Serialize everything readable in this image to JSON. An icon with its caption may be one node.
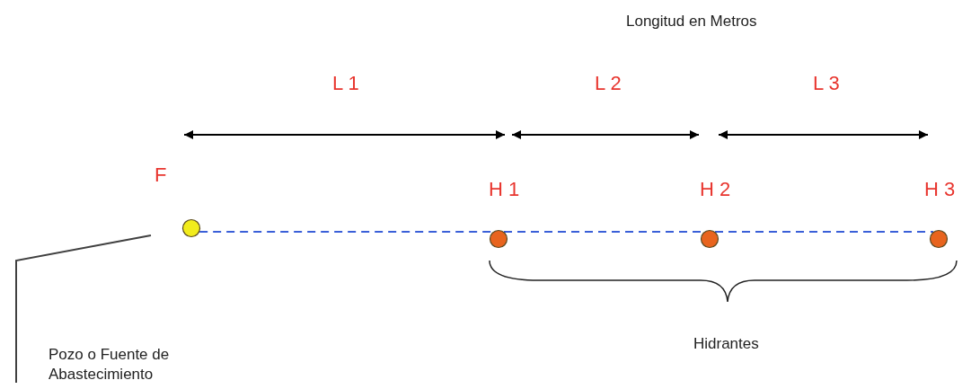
{
  "diagram": {
    "nodes": [
      {
        "text": [
          "F"
        ]
      },
      {
        "text": [
          "H 1"
        ]
      },
      {
        "text": [
          "H 2"
        ]
      },
      {
        "text": [
          "H 3"
        ]
      },
      {
        "text": [
          "Pozo o Fuente de Abastecimiento"
        ]
      }
    ],
    "edges": [
      {
        "from": 0,
        "to": 1,
        "arrow": "none",
        "style": "dashed"
      },
      {
        "from": 1,
        "to": 2,
        "arrow": "none",
        "style": "dashed"
      },
      {
        "from": 2,
        "to": 3,
        "arrow": "none",
        "style": "dashed"
      },
      {
        "from": 4,
        "to": 0,
        "arrow": "none",
        "color": "#404040"
      }
    ],
    "labels": [
      "Longitud en Metros",
      "L 1",
      "L 2",
      "L 3",
      "Hidrantes"
    ]
  }
}
